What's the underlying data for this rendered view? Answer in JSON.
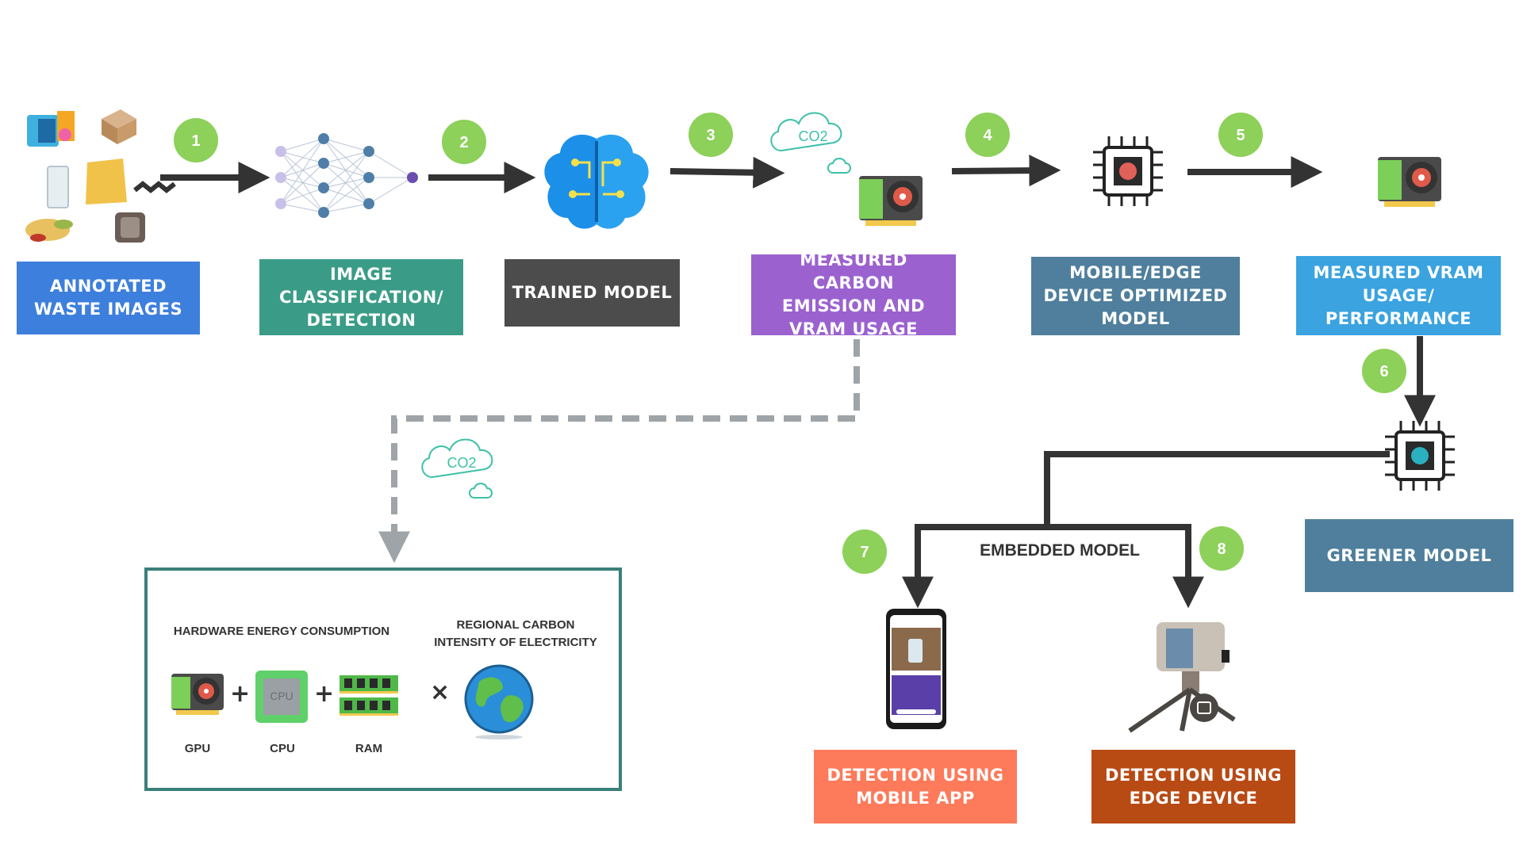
{
  "colors": {
    "badge": "#8dd05a",
    "arrow": "#333333",
    "dashed": "#9ea4a8",
    "panel_border": "#3a7f7a"
  },
  "steps": [
    {
      "label": "ANNOTATED\nWASTE IMAGES",
      "color": "#3d7fdc"
    },
    {
      "label": "IMAGE\nCLASSIFICATION/\nDETECTION",
      "color": "#3a9c87"
    },
    {
      "label": "TRAINED MODEL",
      "color": "#4c4c4c"
    },
    {
      "label": "MEASURED CARBON\nEMISSION AND\nVRAM USAGE",
      "color": "#9b62cf"
    },
    {
      "label": "MOBILE/EDGE\nDEVICE OPTIMIZED\nMODEL",
      "color": "#4f7f9c"
    },
    {
      "label": "MEASURED VRAM\nUSAGE/\nPERFORMANCE",
      "color": "#3aa3e0"
    },
    {
      "label": "GREENER MODEL",
      "color": "#4f7f9c"
    },
    {
      "label": "DETECTION USING\nMOBILE APP",
      "color": "#fd7a5a"
    },
    {
      "label": "DETECTION USING\nEDGE DEVICE",
      "color": "#b84a14"
    }
  ],
  "badges": [
    "1",
    "2",
    "3",
    "4",
    "5",
    "6",
    "7",
    "8"
  ],
  "embedded_label": "EMBEDDED MODEL",
  "co2_label": "CO2",
  "formula": {
    "hardware_title": "HARDWARE ENERGY CONSUMPTION",
    "carbon_title": "REGIONAL CARBON\nINTENSITY OF ELECTRICITY",
    "gpu": "GPU",
    "cpu": "CPU",
    "ram": "RAM",
    "chip_text": "CPU",
    "plus": "+",
    "times": "×"
  },
  "icons": {
    "waste": "waste-images-collage",
    "network": "neural-network-icon",
    "brain": "brain-circuit-icon",
    "cloud": "co2-cloud-icon",
    "gpu": "gpu-card-icon",
    "chip": "ai-chip-icon",
    "phone": "smartphone-icon",
    "camera": "edge-camera-icon",
    "globe": "globe-icon",
    "cpu": "cpu-icon",
    "ram": "ram-icon"
  }
}
